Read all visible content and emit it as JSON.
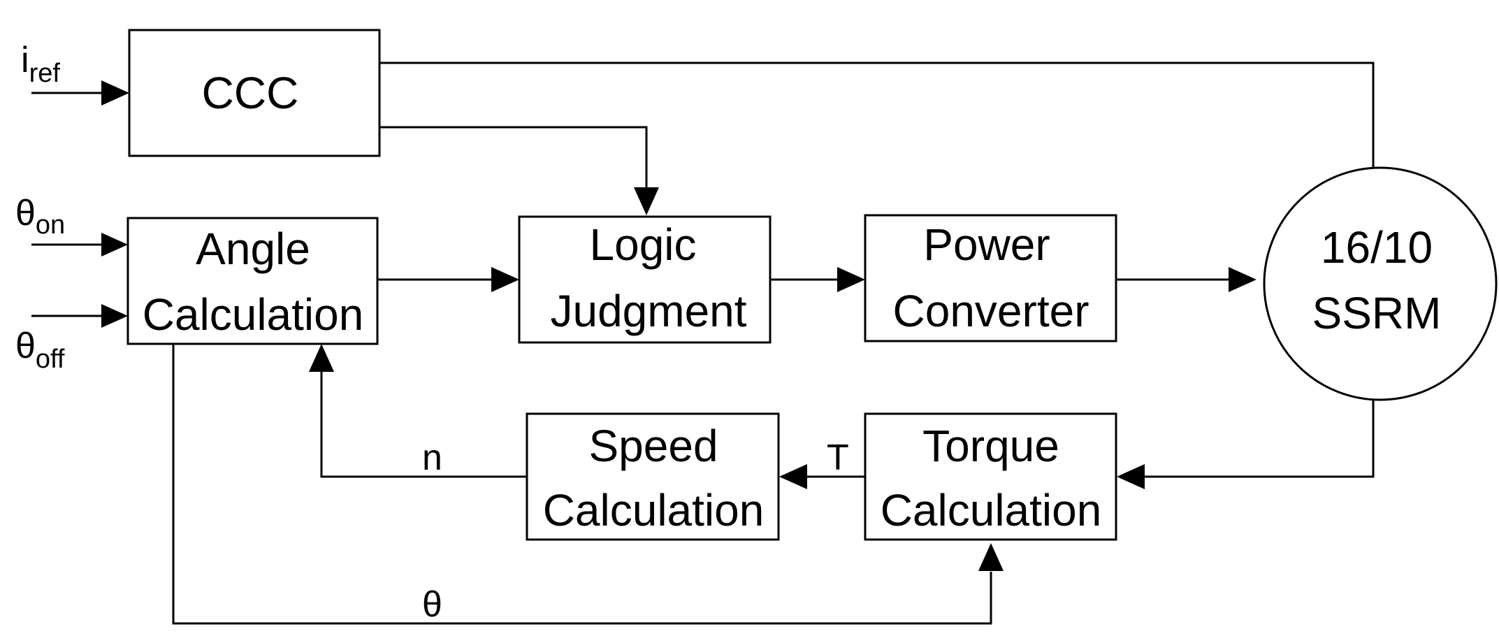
{
  "blocks": {
    "ccc": "CCC",
    "angle": [
      "Angle",
      "Calculation"
    ],
    "logic": [
      "Logic",
      "Judgment"
    ],
    "power": [
      "Power",
      "Converter"
    ],
    "motor": [
      "16/10",
      "SSRM"
    ],
    "speed": [
      "Speed",
      "Calculation"
    ],
    "torque": [
      "Torque",
      "Calculation"
    ]
  },
  "signals": {
    "i_ref": {
      "base": "i",
      "sub": "ref"
    },
    "theta_on": {
      "base": "θ",
      "sub": "on"
    },
    "theta_off": {
      "base": "θ",
      "sub": "off"
    },
    "speed": "n",
    "torque": "T",
    "angle": "θ"
  }
}
